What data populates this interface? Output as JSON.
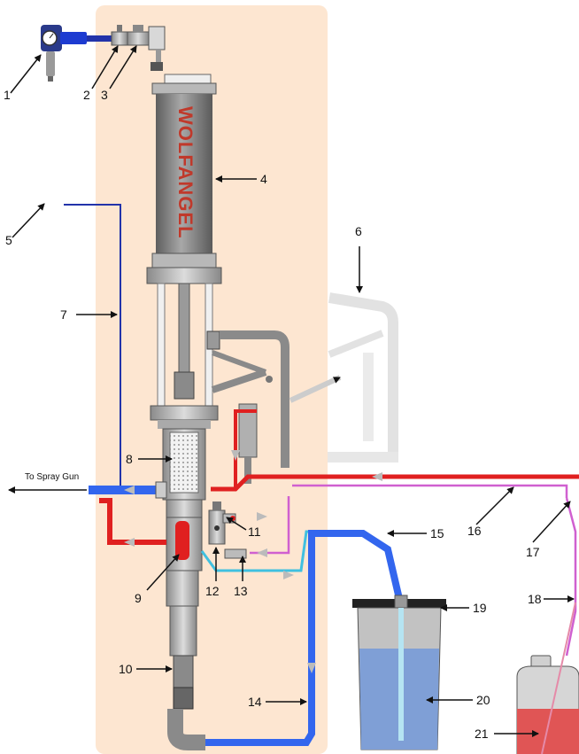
{
  "brand_text": "WOLFANGEL",
  "outlet_label": "To Spray Gun",
  "callouts": [
    "1",
    "2",
    "3",
    "4",
    "5",
    "6",
    "7",
    "8",
    "9",
    "10",
    "11",
    "12",
    "13",
    "14",
    "15",
    "16",
    "17",
    "18",
    "19",
    "20",
    "21"
  ],
  "colors": {
    "panel": "#fde6d1",
    "air_line": "#2233aa",
    "material_supply": "#3366ee",
    "solvent_line": "#40c0e0",
    "pressure_line": "#e02020",
    "return_line": "#d060d0",
    "cylinder": "#7a7a7a",
    "bucket_fluid": "#7f9fd6",
    "jug_fluid": "#e05555"
  }
}
